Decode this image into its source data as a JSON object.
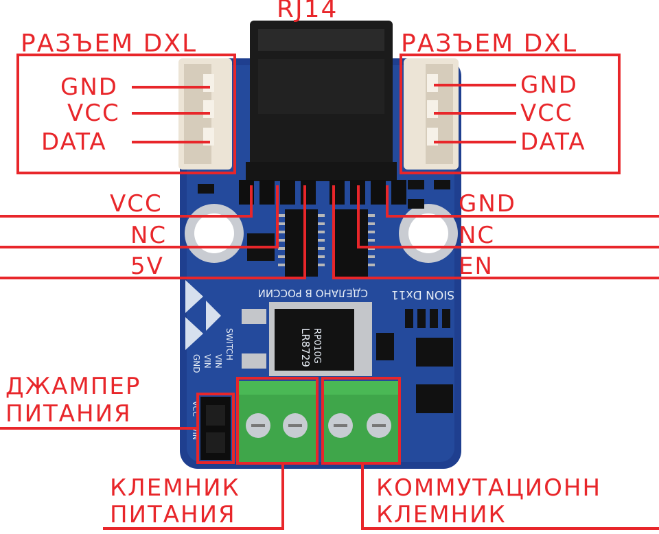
{
  "title": "RJ14",
  "connectors": {
    "left_title": "РАЗЪЕМ DXL",
    "right_title": "РАЗЪЕМ DXL",
    "left_pins": [
      "GND",
      "VCC",
      "DATA"
    ],
    "right_pins": [
      "GND",
      "VCC",
      "DATA"
    ]
  },
  "rj14_pins": {
    "left": [
      "VCC",
      "NC",
      "5V"
    ],
    "right": [
      "GND",
      "NC",
      "EN"
    ]
  },
  "bottom": {
    "jumper": [
      "ДЖАМПЕР",
      "ПИТАНИЯ"
    ],
    "power_terminal": [
      "КЛЕМНИК",
      "ПИТАНИЯ"
    ],
    "switch_terminal": [
      "КОММУТАЦИОНН",
      "КЛЕМНИК"
    ]
  },
  "board_markings": {
    "made_in": "СДЕЛАНО В РОССИИ",
    "model": "SION Dx11",
    "regulator": "LR8729",
    "regulator_code": "RP010G",
    "silk_left": [
      "GND",
      "VIN",
      "VIN",
      "SWITCH"
    ],
    "silk_jumper": [
      "VCC",
      "VIN"
    ]
  },
  "colors": {
    "annotation": "#e8262a",
    "pcb": "#1f3f8f",
    "terminal": "#3fa64a",
    "connector_housing": "#ece4d6",
    "jack": "#1b1b1b"
  }
}
